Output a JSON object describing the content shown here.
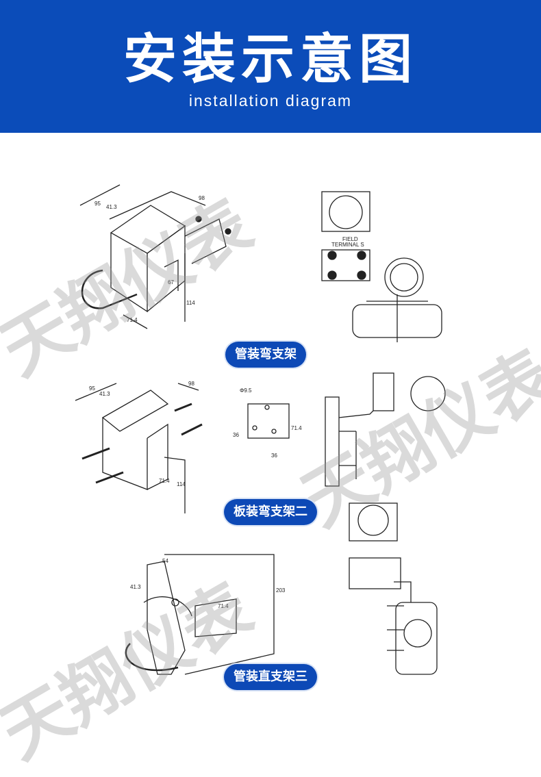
{
  "header": {
    "title": "安装示意图",
    "subtitle": "installation diagram"
  },
  "watermark": "天翔仪表",
  "sections": [
    {
      "label": "管装弯支架",
      "dims": [
        "95",
        "41.3",
        "98",
        "67",
        "114",
        "71.4"
      ]
    },
    {
      "label": "板装弯支架二",
      "dims": [
        "95",
        "41.3",
        "98",
        "71.4",
        "114",
        "Φ9.5",
        "36",
        "71.4",
        "36"
      ]
    },
    {
      "label": "管装直支架三",
      "dims": [
        "54",
        "41.3",
        "203",
        "71.4"
      ]
    }
  ],
  "transmitter_text": [
    "FIELD",
    "TERMINAL S"
  ]
}
